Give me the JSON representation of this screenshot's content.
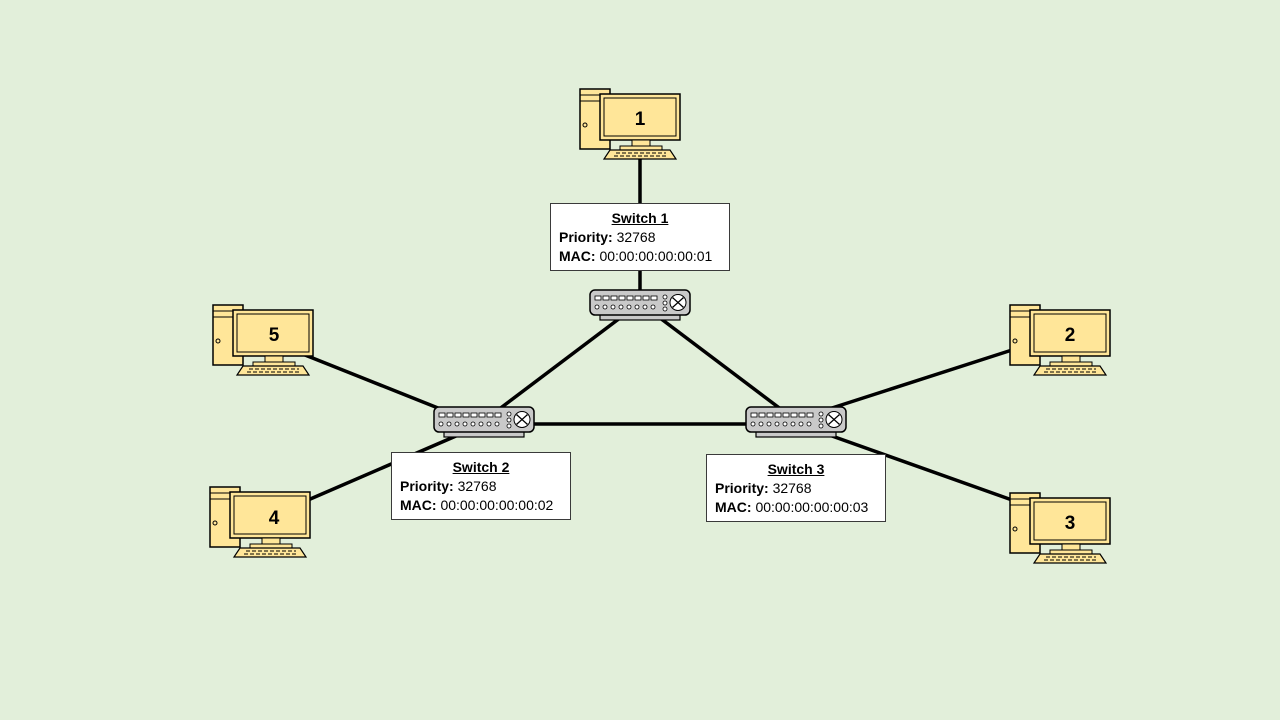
{
  "computers": [
    {
      "label": "1"
    },
    {
      "label": "2"
    },
    {
      "label": "3"
    },
    {
      "label": "4"
    },
    {
      "label": "5"
    }
  ],
  "switches": [
    {
      "title": "Switch 1",
      "priority_label": "Priority:",
      "priority": "32768",
      "mac_label": "MAC:",
      "mac": "00:00:00:00:00:01"
    },
    {
      "title": "Switch 2",
      "priority_label": "Priority:",
      "priority": "32768",
      "mac_label": "MAC:",
      "mac": "00:00:00:00:00:02"
    },
    {
      "title": "Switch 3",
      "priority_label": "Priority:",
      "priority": "32768",
      "mac_label": "MAC:",
      "mac": "00:00:00:00:00:03"
    }
  ],
  "colors": {
    "background": "#e2efda",
    "computer_fill": "#ffe699",
    "switch_fill": "#c9c9c9",
    "link": "#000000"
  }
}
